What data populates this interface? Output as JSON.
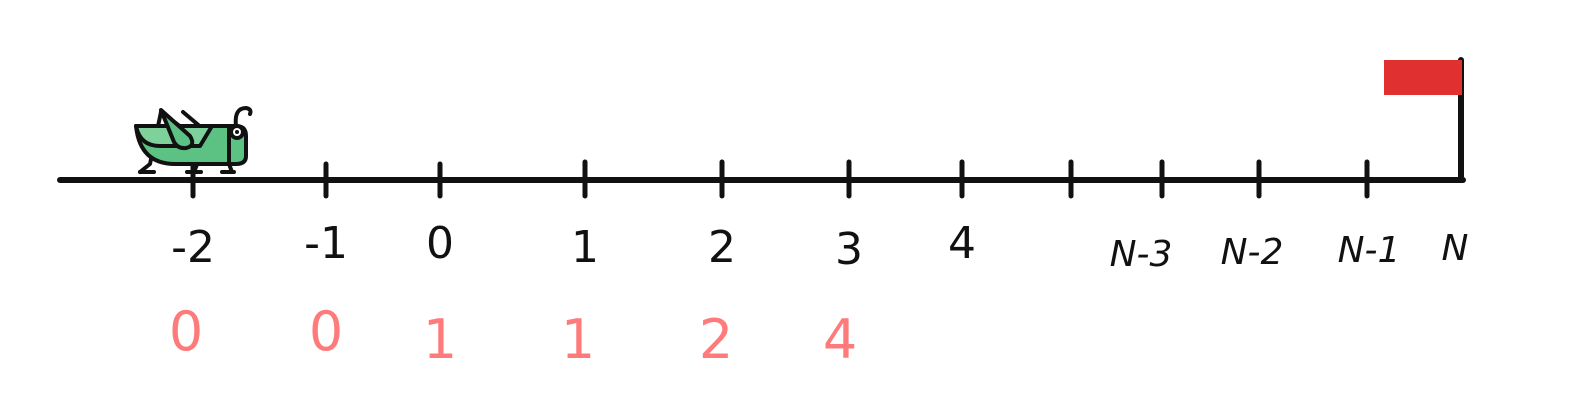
{
  "number_line": {
    "positions": [
      {
        "label": "-2",
        "value": "0"
      },
      {
        "label": "-1",
        "value": "0"
      },
      {
        "label": "0",
        "value": "1"
      },
      {
        "label": "1",
        "value": "1"
      },
      {
        "label": "2",
        "value": "2"
      },
      {
        "label": "3",
        "value": "4"
      },
      {
        "label": "4",
        "value": ""
      },
      {
        "label": "",
        "value": ""
      },
      {
        "label": "N-3",
        "value": ""
      },
      {
        "label": "N-2",
        "value": ""
      },
      {
        "label": "N-1",
        "value": ""
      },
      {
        "label": "N",
        "value": ""
      }
    ]
  },
  "icons": {
    "start": "grasshopper-icon",
    "goal": "flag-icon"
  },
  "colors": {
    "line": "#111111",
    "values": "#ff7b7b",
    "flag": "#e03030",
    "grasshopper_body": "#5cc283",
    "grasshopper_wing": "#7fd19c"
  }
}
